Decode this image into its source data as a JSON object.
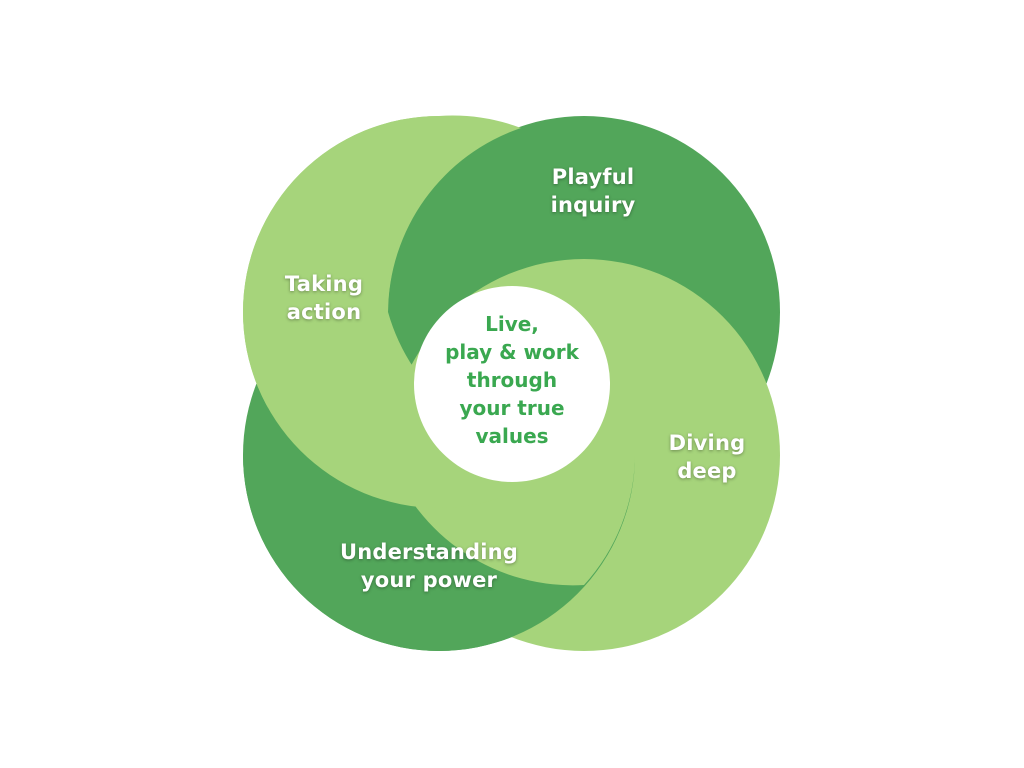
{
  "colors": {
    "dark_green": "#52a65a",
    "light_green": "#a6d47b",
    "center_fill": "#ffffff",
    "center_text": "#3aa850",
    "label_text": "#ffffff"
  },
  "petals": {
    "taking_action": "Taking\naction",
    "playful_inquiry": "Playful\ninquiry",
    "diving_deep": "Diving\ndeep",
    "understanding_power": "Understanding\nyour power"
  },
  "center": {
    "text": "Live,\nplay & work\nthrough\nyour true\nvalues"
  }
}
